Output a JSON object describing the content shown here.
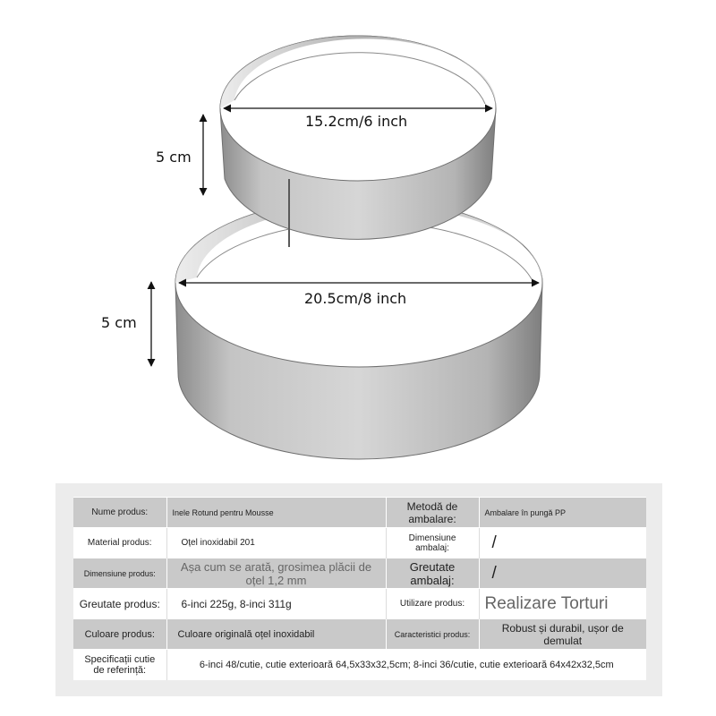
{
  "figure": {
    "top_height_label": "5 cm",
    "top_diameter_label": "15.2cm/6 inch",
    "bottom_height_label": "5 cm",
    "bottom_diameter_label": "20.5cm/8 inch"
  },
  "specs": {
    "rows": [
      {
        "l1": "Nume produs:",
        "v1": "Inele Rotund pentru Mousse",
        "l2": "Metodă de ambalare:",
        "v2": "Ambalare în pungă PP"
      },
      {
        "l1": "Material produs:",
        "v1": "Oțel inoxidabil 201",
        "l2": "Dimensiune ambalaj:",
        "v2": "/"
      },
      {
        "l1": "Dimensiune produs:",
        "v1": "Așa cum se arată, grosimea plăcii de oțel 1,2 mm",
        "l2": "Greutate ambalaj:",
        "v2": "/"
      },
      {
        "l1": "Greutate produs:",
        "v1": "6-inci 225g, 8-inci 311g",
        "l2": "Utilizare produs:",
        "v2": "Realizare Torturi"
      },
      {
        "l1": "Culoare produs:",
        "v1": "Culoare originală oțel inoxidabil",
        "l2": "Caracteristici produs:",
        "v2": "Robust și durabil, ușor de demulat"
      }
    ],
    "box_label": "Specificații cutie de referință:",
    "box_value": "6-inci 48/cutie, cutie exterioară 64,5x33x32,5cm; 8-inci 36/cutie, cutie exterioară 64x42x32,5cm"
  }
}
